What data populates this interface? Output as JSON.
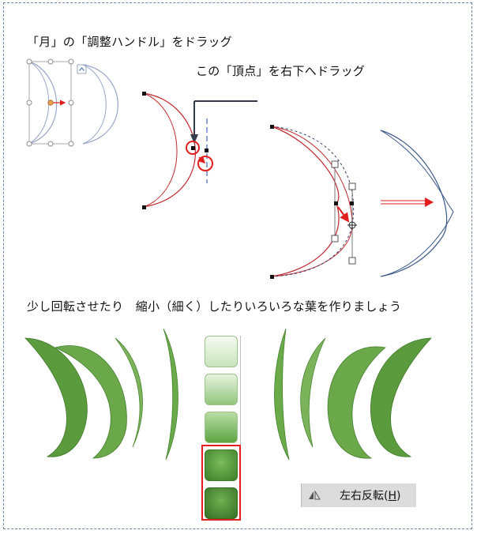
{
  "headings": {
    "drag_adjust_handle": "「月」の「調整ハンドル」をドラッグ",
    "drag_vertex": "この「頂点」を右下へドラッグ",
    "rotate_shrink": "少し回転させたり　縮小（細く）したりいろいろな葉を作りましょう"
  },
  "flip_button": {
    "label": "左右反転(",
    "accel": "H",
    "close": ")",
    "icon": "flip-horizontal-icon"
  },
  "colors": {
    "curve_red": "#c0282d",
    "outline_blue": "#3c5a8a",
    "selection_red": "#e21d1d",
    "leaf_green": "#5a9a3c"
  },
  "swatches": [
    "light-green",
    "medium-light-green",
    "medium-green",
    "dark-green",
    "darkest-green"
  ]
}
